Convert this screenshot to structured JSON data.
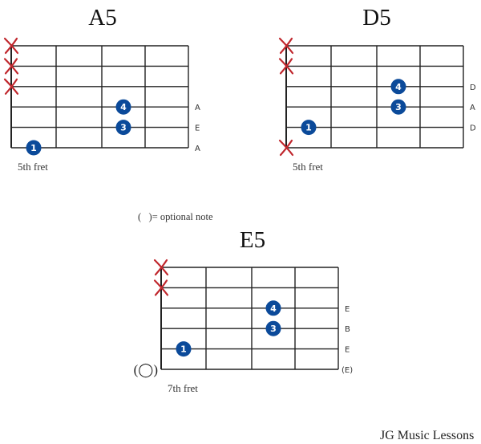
{
  "colors": {
    "dot": "#0b4a9a",
    "mute": "#c0272d",
    "grid": "#222222",
    "text": "#333333"
  },
  "legend": {
    "text": "(   )= optional note"
  },
  "watermark": {
    "text": "JG Music Lessons"
  },
  "chords": [
    {
      "name": "A5",
      "fret_label": "5th fret",
      "muted_strings": [
        1,
        2,
        3
      ],
      "optional_open_string": null,
      "dots": [
        {
          "string": 4,
          "fret": 3,
          "finger": "4"
        },
        {
          "string": 5,
          "fret": 3,
          "finger": "3"
        },
        {
          "string": 6,
          "fret": 1,
          "finger": "1"
        }
      ],
      "note_names": [
        {
          "string": 4,
          "note": "A"
        },
        {
          "string": 5,
          "note": "E"
        },
        {
          "string": 6,
          "note": "A"
        }
      ]
    },
    {
      "name": "D5",
      "fret_label": "5th fret",
      "muted_strings": [
        1,
        2,
        6
      ],
      "optional_open_string": null,
      "dots": [
        {
          "string": 3,
          "fret": 3,
          "finger": "4"
        },
        {
          "string": 4,
          "fret": 3,
          "finger": "3"
        },
        {
          "string": 5,
          "fret": 1,
          "finger": "1"
        }
      ],
      "note_names": [
        {
          "string": 3,
          "note": "D"
        },
        {
          "string": 4,
          "note": "A"
        },
        {
          "string": 5,
          "note": "D"
        }
      ]
    },
    {
      "name": "E5",
      "fret_label": "7th fret",
      "muted_strings": [
        1,
        2
      ],
      "optional_open_string": {
        "string": 6,
        "symbol": "(◯)"
      },
      "dots": [
        {
          "string": 3,
          "fret": 3,
          "finger": "4"
        },
        {
          "string": 4,
          "fret": 3,
          "finger": "3"
        },
        {
          "string": 5,
          "fret": 1,
          "finger": "1"
        }
      ],
      "note_names": [
        {
          "string": 3,
          "note": "E"
        },
        {
          "string": 4,
          "note": "B"
        },
        {
          "string": 5,
          "note": "E"
        },
        {
          "string": 6,
          "note": "(E)"
        }
      ]
    }
  ]
}
